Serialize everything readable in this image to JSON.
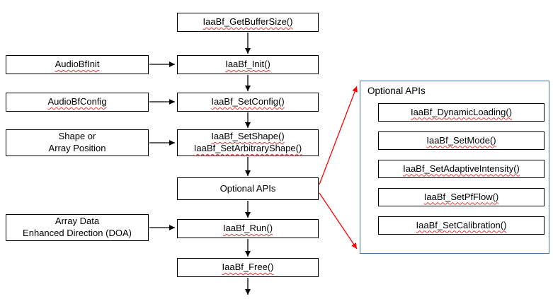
{
  "center": [
    {
      "label": "IaaBf_GetBufferSize()"
    },
    {
      "label": "IaaBf_Init()"
    },
    {
      "label": "IaaBf_SetConfig()"
    },
    {
      "line1": "IaaBf_SetShape()",
      "line2": "IaaBf_SetArbitraryShape()"
    },
    {
      "label": "Optional APIs"
    },
    {
      "label": "IaaBf_Run()"
    },
    {
      "label": "IaaBf_Free()"
    }
  ],
  "left": [
    {
      "label": "AudioBfInit"
    },
    {
      "label": "AudioBfConfig"
    },
    {
      "line1": "Shape or",
      "line2": "Array Position"
    },
    {
      "line1": "Array Data",
      "line2": "Enhanced Direction (DOA)"
    }
  ],
  "panel": {
    "title": "Optional APIs",
    "items": [
      {
        "label": "IaaBf_DynamicLoading()"
      },
      {
        "label": "IaaBf_SetMode()"
      },
      {
        "label": "IaaBf_SetAdaptiveIntensity()"
      },
      {
        "label": "IaaBf_SetPfFlow()"
      },
      {
        "label": "IaaBf_SetCalibration()"
      }
    ]
  },
  "colors": {
    "panel_border": "#41719c",
    "connector": "#000000",
    "highlight_connector": "#ff0000"
  }
}
